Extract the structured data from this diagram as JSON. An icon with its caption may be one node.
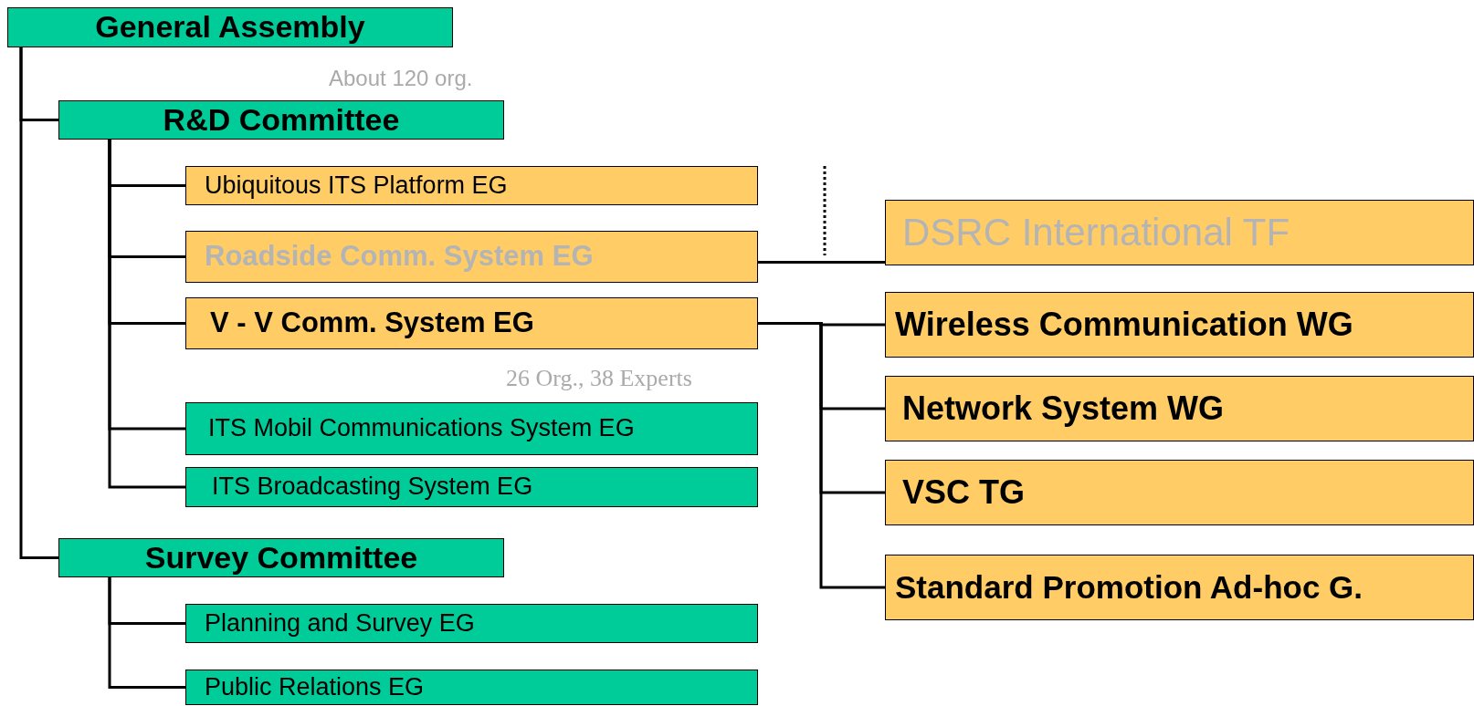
{
  "diagram": {
    "nodes": [
      {
        "text": [
          "General Assembly"
        ]
      },
      {
        "text": [
          "R&D Committee"
        ],
        "beside": [
          "About 120 org."
        ]
      },
      {
        "text": [
          "Ubiquitous ITS Platform EG"
        ]
      },
      {
        "text": [
          "Roadside Comm. System EG"
        ]
      },
      {
        "text": [
          "V - V Comm. System EG"
        ],
        "beside": [
          "26 Org., 38 Experts"
        ]
      },
      {
        "text": [
          "ITS Mobil Communications System EG"
        ]
      },
      {
        "text": [
          "ITS Broadcasting System EG"
        ]
      },
      {
        "text": [
          "Survey Committee"
        ]
      },
      {
        "text": [
          "Planning and Survey EG"
        ]
      },
      {
        "text": [
          "Public Relations EG"
        ]
      },
      {
        "text": [
          "DSRC International TF"
        ]
      },
      {
        "text": [
          "Wireless Communication WG"
        ]
      },
      {
        "text": [
          "Network System WG"
        ]
      },
      {
        "text": [
          "VSC TG"
        ]
      },
      {
        "text": [
          "Standard Promotion Ad-hoc G."
        ]
      }
    ],
    "edges": [
      {
        "from": 0,
        "to": 1,
        "arrow": "none"
      },
      {
        "from": 0,
        "to": 7,
        "arrow": "none"
      },
      {
        "from": 1,
        "to": 2,
        "arrow": "none"
      },
      {
        "from": 1,
        "to": 3,
        "arrow": "none"
      },
      {
        "from": 1,
        "to": 4,
        "arrow": "none"
      },
      {
        "from": 1,
        "to": 5,
        "arrow": "none"
      },
      {
        "from": 1,
        "to": 6,
        "arrow": "none"
      },
      {
        "from": 7,
        "to": 8,
        "arrow": "none"
      },
      {
        "from": 7,
        "to": 9,
        "arrow": "none"
      },
      {
        "from": 3,
        "to": 10,
        "arrow": "none"
      },
      {
        "from": 4,
        "to": 11,
        "arrow": "none"
      },
      {
        "from": 4,
        "to": 12,
        "arrow": "none"
      },
      {
        "from": 4,
        "to": 13,
        "arrow": "none"
      },
      {
        "from": 4,
        "to": 14,
        "arrow": "none"
      }
    ]
  }
}
